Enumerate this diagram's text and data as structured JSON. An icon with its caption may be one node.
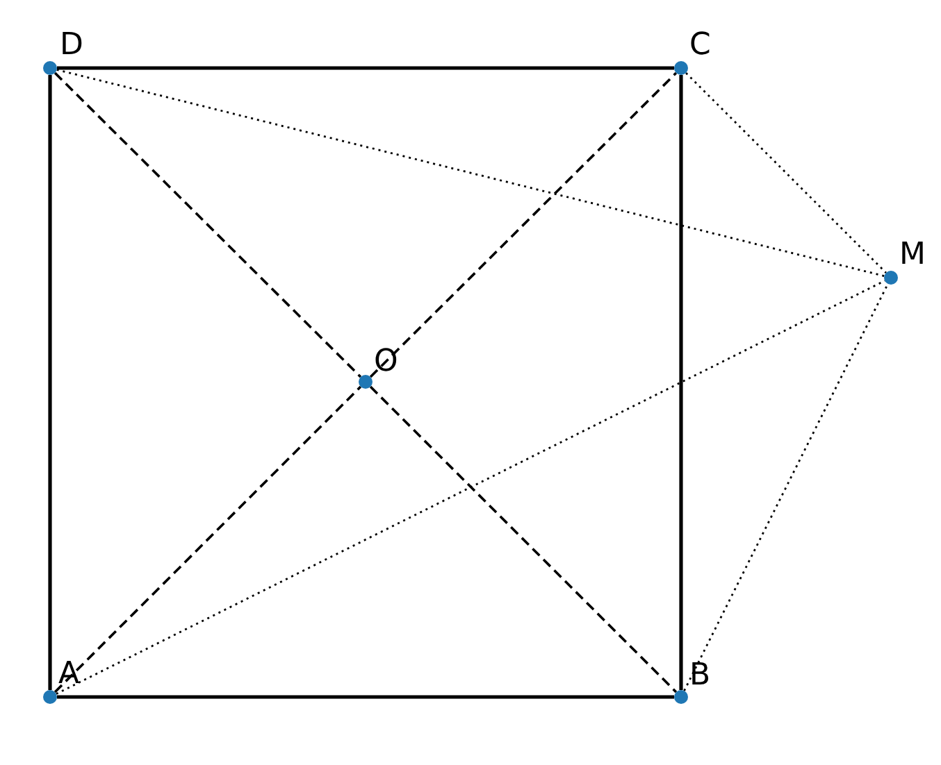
{
  "diagram": {
    "nodes": [
      {
        "text": [
          "D"
        ]
      },
      {
        "text": [
          "C"
        ]
      },
      {
        "text": [
          "M"
        ]
      },
      {
        "text": [
          "O"
        ]
      },
      {
        "text": [
          "A"
        ]
      },
      {
        "text": [
          "B"
        ]
      }
    ],
    "edges": [
      {
        "from": 0,
        "to": 1,
        "arrow": "none"
      },
      {
        "from": 1,
        "to": 5,
        "arrow": "none"
      },
      {
        "from": 5,
        "to": 4,
        "arrow": "none"
      },
      {
        "from": 4,
        "to": 0,
        "arrow": "none"
      },
      {
        "from": 0,
        "to": 3,
        "arrow": "none",
        "style": "dashed"
      },
      {
        "from": 3,
        "to": 5,
        "arrow": "none",
        "style": "dashed"
      },
      {
        "from": 4,
        "to": 3,
        "arrow": "none",
        "style": "dashed"
      },
      {
        "from": 3,
        "to": 1,
        "arrow": "none",
        "style": "dashed"
      },
      {
        "from": 0,
        "to": 2,
        "arrow": "none",
        "style": "dashed"
      },
      {
        "from": 1,
        "to": 2,
        "arrow": "none",
        "style": "dashed"
      },
      {
        "from": 4,
        "to": 2,
        "arrow": "none",
        "style": "dashed"
      },
      {
        "from": 5,
        "to": 2,
        "arrow": "none",
        "style": "dashed"
      }
    ]
  }
}
